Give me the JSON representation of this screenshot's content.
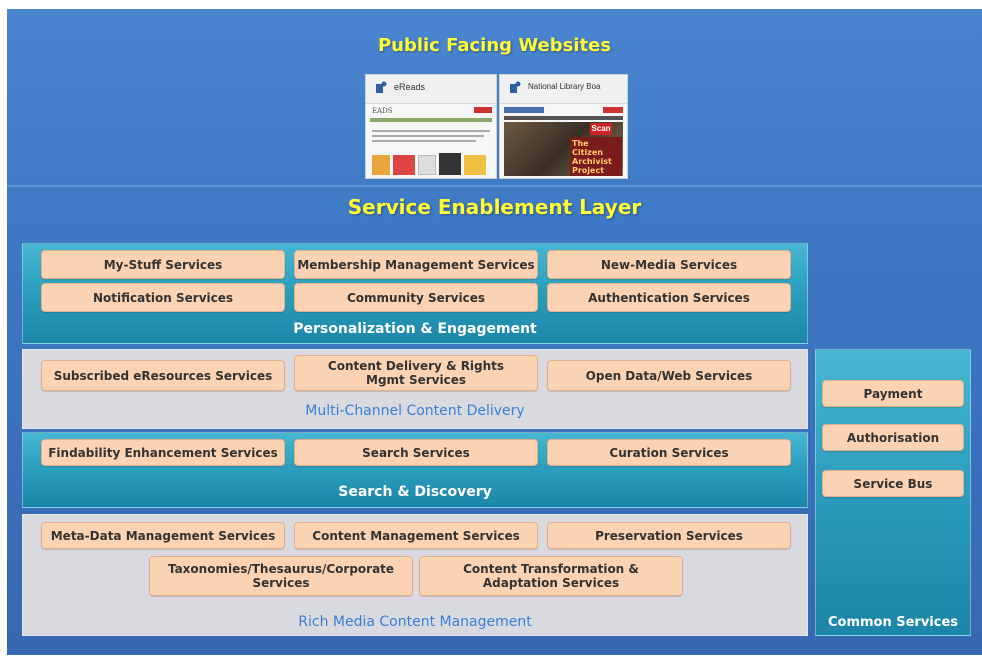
{
  "top": {
    "title": "Public Facing Websites",
    "thumbnails": [
      {
        "tab_title": "eReads",
        "site_header": "EADS"
      },
      {
        "tab_title": "National Library Boa",
        "poster_text": "The Citizen Archivist Project",
        "badge": "Scan"
      }
    ]
  },
  "middle": {
    "title": "Service Enablement Layer"
  },
  "layers": {
    "personalization": {
      "title": "Personalization & Engagement",
      "services": [
        "My-Stuff Services",
        "Membership Management Services",
        "New-Media Services",
        "Notification Services",
        "Community Services",
        "Authentication Services"
      ]
    },
    "multichannel": {
      "title": "Multi-Channel Content Delivery",
      "services": [
        "Subscribed eResources Services",
        "Content Delivery & Rights Mgmt Services",
        "Open Data/Web Services"
      ]
    },
    "search": {
      "title": "Search & Discovery",
      "services": [
        "Findability Enhancement Services",
        "Search Services",
        "Curation Services"
      ]
    },
    "richmedia": {
      "title": "Rich Media Content Management",
      "services": [
        "Meta-Data Management Services",
        "Content Management Services",
        "Preservation Services",
        "Taxonomies/Thesaurus/Corporate Services",
        "Content Transformation & Adaptation Services"
      ]
    },
    "common": {
      "title": "Common Services",
      "services": [
        "Payment",
        "Authorisation",
        "Service Bus"
      ]
    }
  },
  "colors": {
    "background": "#3d79c4",
    "title_yellow": "#ffff33",
    "service_box": "#fbd2b2",
    "teal_panel": "#2d9fbf",
    "grey_panel": "#d9dadf",
    "grey_title": "#3b7fd4"
  }
}
